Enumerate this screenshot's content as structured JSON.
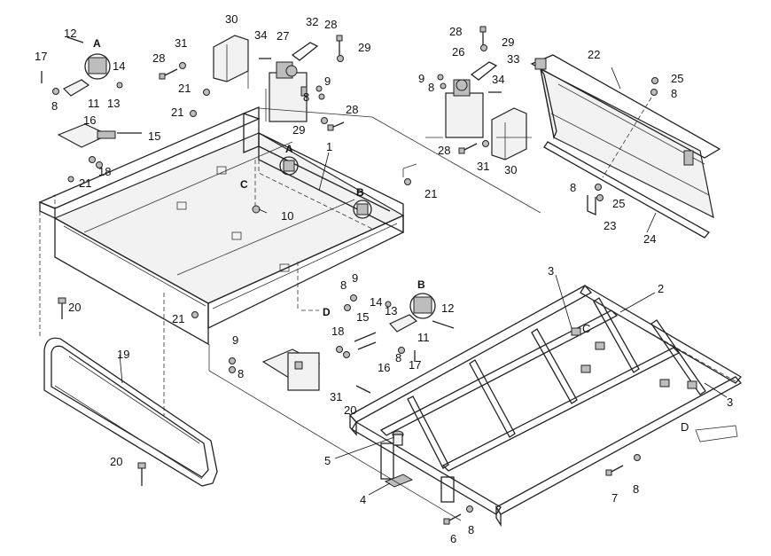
{
  "callouts": {
    "c1": "1",
    "c2": "2",
    "c3a": "3",
    "c3b": "3",
    "c4": "4",
    "c5": "5",
    "c6": "6",
    "c7": "7",
    "c8a": "8",
    "c8b": "8",
    "c8c": "8",
    "c8d": "8",
    "c8e": "8",
    "c8f": "8",
    "c8g": "8",
    "c8h": "8",
    "c8i": "8",
    "c8j": "8",
    "c9a": "9",
    "c9b": "9",
    "c9c": "9",
    "c9d": "9",
    "c10": "10",
    "c11a": "11",
    "c11b": "11",
    "c12a": "12",
    "c12b": "12",
    "c13a": "13",
    "c13b": "13",
    "c14a": "14",
    "c14b": "14",
    "c15a": "15",
    "c15b": "15",
    "c16a": "16",
    "c16b": "16",
    "c17a": "17",
    "c17b": "17",
    "c18a": "18",
    "c18b": "18",
    "c19": "19",
    "c20a": "20",
    "c20b": "20",
    "c20c": "20",
    "c21a": "21",
    "c21b": "21",
    "c21c": "21",
    "c21d": "21",
    "c21e": "21",
    "c22": "22",
    "c23": "23",
    "c24": "24",
    "c25a": "25",
    "c25b": "25",
    "c26": "26",
    "c27": "27",
    "c28a": "28",
    "c28b": "28",
    "c28c": "28",
    "c28d": "28",
    "c28e": "28",
    "c29a": "29",
    "c29b": "29",
    "c29c": "29",
    "c30a": "30",
    "c30b": "30",
    "c31a": "31",
    "c31b": "31",
    "c31c": "31",
    "c32": "32",
    "c33": "33",
    "c34a": "34",
    "c34b": "34"
  },
  "refs": {
    "A1": "A",
    "A2": "A",
    "B1": "B",
    "B2": "B",
    "C1": "C",
    "C2": "C",
    "D1": "D",
    "D2": "D"
  }
}
